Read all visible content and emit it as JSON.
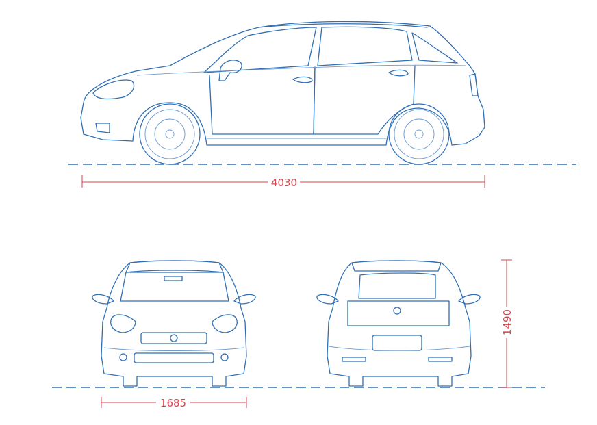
{
  "dimensions": {
    "length": "4030",
    "width": "1685",
    "height": "1490"
  },
  "colors": {
    "outline": "#2f6fb6",
    "dimension": "#d9434a"
  }
}
